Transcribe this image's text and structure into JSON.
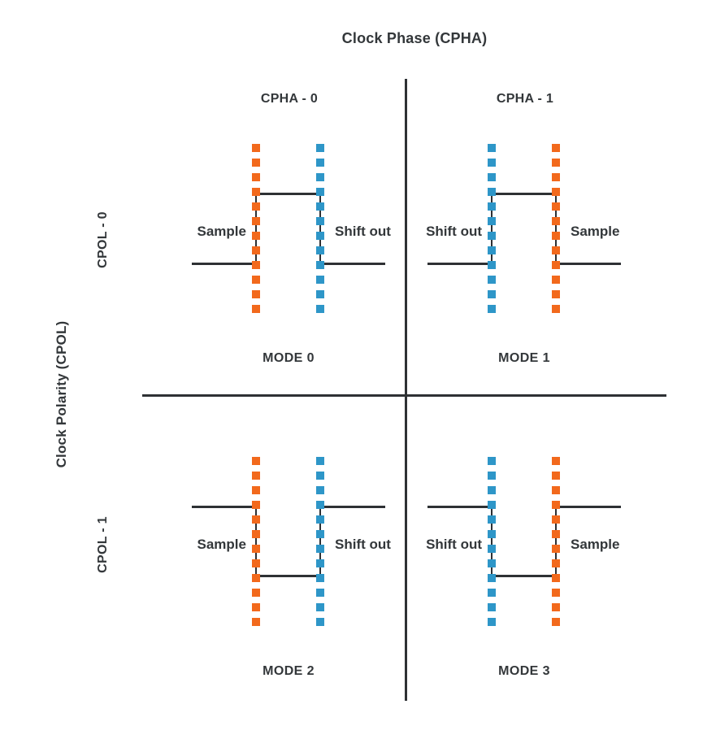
{
  "diagram": {
    "title": "Clock Phase (CPHA)",
    "side_title": "Clock Polarity (CPOL)",
    "column_headers": [
      "CPHA - 0",
      "CPHA - 1"
    ],
    "row_headers": [
      "CPOL - 0",
      "CPOL - 1"
    ],
    "colors": {
      "sample_edge_orange": "#F2691C",
      "shift_edge_blue": "#2E96C8",
      "line_dark": "#2E3134",
      "text_dark": "#33373A",
      "background": "#FFFFFF"
    },
    "quadrants": [
      {
        "mode_label": "MODE 0",
        "left_label": "Sample",
        "right_label": "Shift out",
        "left_edge_color": "#F2691C",
        "right_edge_color": "#2E96C8",
        "waveform": "idle low, pulse high between dashed edges"
      },
      {
        "mode_label": "MODE 1",
        "left_label": "Shift out",
        "right_label": "Sample",
        "left_edge_color": "#2E96C8",
        "right_edge_color": "#F2691C",
        "waveform": "idle low, pulse high between dashed edges"
      },
      {
        "mode_label": "MODE 2",
        "left_label": "Sample",
        "right_label": "Shift out",
        "left_edge_color": "#F2691C",
        "right_edge_color": "#2E96C8",
        "waveform": "idle high, pulse low between dashed edges"
      },
      {
        "mode_label": "MODE 3",
        "left_label": "Shift out",
        "right_label": "Sample",
        "left_edge_color": "#2E96C8",
        "right_edge_color": "#F2691C",
        "waveform": "idle high, pulse low between dashed edges"
      }
    ]
  }
}
